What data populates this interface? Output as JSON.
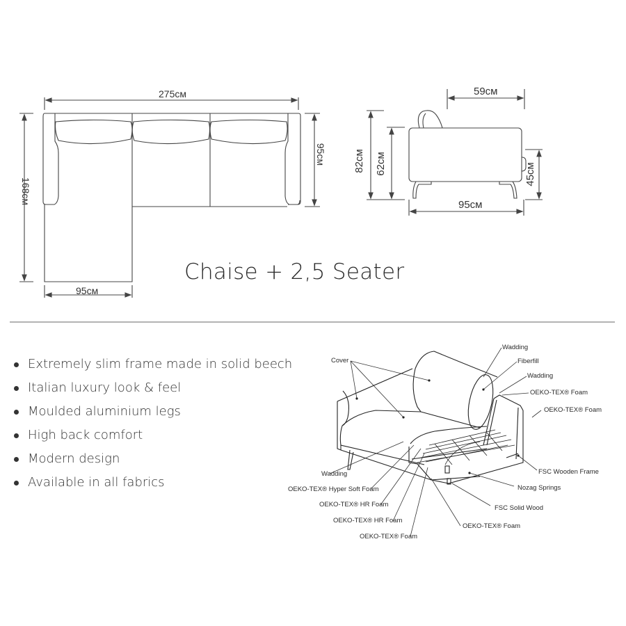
{
  "top_view": {
    "width_label": "275см",
    "depth_label": "168см",
    "seat_depth_label": "95см",
    "chaise_width_label": "95см"
  },
  "side_view": {
    "seat_depth_label": "59см",
    "total_height_label": "82см",
    "back_height_label": "62см",
    "seat_height_label": "45см",
    "depth_label": "95см"
  },
  "product": {
    "title": "Chaise + 2,5 Seater"
  },
  "features": [
    "Extremely slim frame made in solid beech",
    "Italian luxury look & feel",
    "Moulded aluminium legs",
    "High back comfort",
    "Modern design",
    "Available in all fabrics"
  ],
  "construction_callouts": {
    "cover": "Cover",
    "wadding_top": "Wadding",
    "fiberfill": "Fiberfill",
    "wadding_mid": "Wadding",
    "oekotex_foam_1": "OEKO-TEX® Foam",
    "oekotex_foam_2": "OEKO-TEX® Foam",
    "wadding_bottom": "Wadding",
    "hyper_soft_foam": "OEKO-TEX® Hyper Soft Foam",
    "hr_foam_1": "OEKO-TEX® HR Foam",
    "hr_foam_2": "OEKO-TEX® HR Foam",
    "oekotex_foam_3": "OEKO-TEX® Foam",
    "oekotex_foam_4": "OEKO-TEX® Foam",
    "fsc_wooden_frame": "FSC Wooden Frame",
    "nozag_springs": "Nozag Springs",
    "fsc_solid_wood": "FSC Solid Wood"
  },
  "colors": {
    "line": "#333333",
    "divider": "#b3b3b3",
    "text": "#333333"
  }
}
